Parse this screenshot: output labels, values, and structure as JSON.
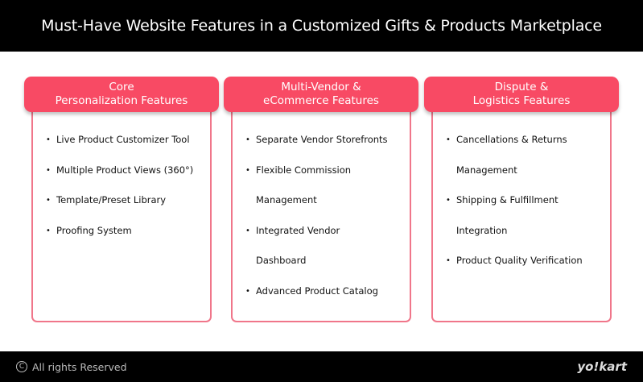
{
  "title": "Must-Have Website Features in a Customized Gifts & Products Marketplace",
  "columns": [
    {
      "heading": [
        "Core",
        "Personalization Features"
      ],
      "items": [
        [
          "Live Product Customizer Tool"
        ],
        [
          "Multiple Product Views (360°)"
        ],
        [
          "Template/Preset Library"
        ],
        [
          "Proofing System"
        ]
      ]
    },
    {
      "heading": [
        "Multi-Vendor &",
        "eCommerce Features"
      ],
      "items": [
        [
          "Separate Vendor Storefronts"
        ],
        [
          "Flexible Commission",
          "Management"
        ],
        [
          "Integrated Vendor",
          "Dashboard"
        ],
        [
          "Advanced Product Catalog"
        ]
      ]
    },
    {
      "heading": [
        "Dispute &",
        "Logistics Features"
      ],
      "items": [
        [
          "Cancellations & Returns",
          "Management"
        ],
        [
          "Shipping & Fulfillment",
          "Integration"
        ],
        [
          "Product Quality Verification"
        ]
      ]
    }
  ],
  "footer": {
    "copyright": "All rights Reserved",
    "logo": "yo!kart"
  },
  "colors": {
    "accent": "#f84a64",
    "border": "#f0768a"
  }
}
